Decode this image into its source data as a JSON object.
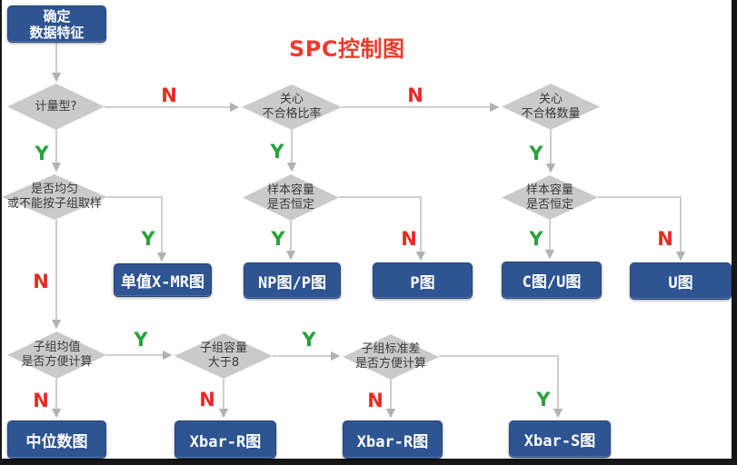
{
  "title": {
    "text": "SPC控制图",
    "color": "#ee3a2c"
  },
  "colors": {
    "result_box_fill": "#2e5492",
    "result_box_text": "#ffffff",
    "diamond_fill": "#cacaca",
    "diamond_text": "#3a3a3a",
    "yes_label": "#27a23c",
    "no_label": "#e92a23",
    "connector": "#b2b2b2",
    "background": "#ffffff",
    "screen_edge": "#161616"
  },
  "edge_labels": {
    "yes": "Y",
    "no": "N"
  },
  "nodes": {
    "start": {
      "lines": [
        "确定",
        "数据特征"
      ]
    },
    "d_metric": {
      "lines": [
        "计量型?"
      ]
    },
    "d_ratio": {
      "lines": [
        "关心",
        "不合格比率"
      ]
    },
    "d_count": {
      "lines": [
        "关心",
        "不合格数量"
      ]
    },
    "d_uniform": {
      "lines": [
        "是否均匀",
        "或不能按子组取样"
      ]
    },
    "d_sample1": {
      "lines": [
        "样本容量",
        "是否恒定"
      ]
    },
    "d_sample2": {
      "lines": [
        "样本容量",
        "是否恒定"
      ]
    },
    "d_submean": {
      "lines": [
        "子组均值",
        "是否方便计算"
      ]
    },
    "d_subsize": {
      "lines": [
        "子组容量",
        "大于8"
      ]
    },
    "d_substd": {
      "lines": [
        "子组标准差",
        "是否方便计算"
      ]
    },
    "r_xmr": {
      "label": "单值X-MR图"
    },
    "r_npp": {
      "label": "NP图/P图"
    },
    "r_p": {
      "label": "P图"
    },
    "r_cu": {
      "label": "C图/U图"
    },
    "r_u": {
      "label": "U图"
    },
    "r_median": {
      "label": "中位数图"
    },
    "r_xbarr1": {
      "label": "Xbar-R图"
    },
    "r_xbarr2": {
      "label": "Xbar-R图"
    },
    "r_xbars": {
      "label": "Xbar-S图"
    }
  }
}
